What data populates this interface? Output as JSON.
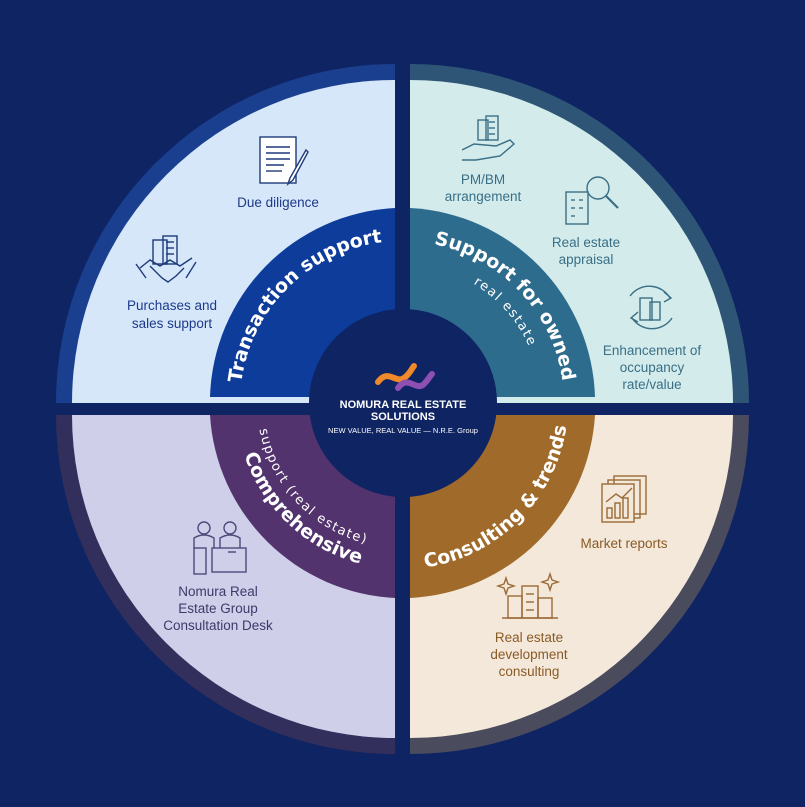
{
  "center": {
    "brand_line1": "NOMURA REAL ESTATE",
    "brand_line2": "SOLUTIONS",
    "tagline": "NEW VALUE, REAL VALUE — N.R.E. Group"
  },
  "quadrants": {
    "transaction": {
      "ring_label": "Transaction support",
      "items": [
        {
          "icon": "document-pen-icon",
          "label": "Due diligence"
        },
        {
          "icon": "handshake-building-icon",
          "lines": [
            "Purchases and",
            "sales support"
          ]
        }
      ]
    },
    "owned": {
      "ring_label": "Support for owned",
      "ring_sublabel": "real estate",
      "items": [
        {
          "icon": "hand-building-icon",
          "lines": [
            "PM/BM",
            "arrangement"
          ]
        },
        {
          "icon": "building-magnifier-icon",
          "lines": [
            "Real estate",
            "appraisal"
          ]
        },
        {
          "icon": "building-cycle-icon",
          "lines": [
            "Enhancement of",
            "occupancy",
            "rate/value"
          ]
        }
      ]
    },
    "comprehensive": {
      "ring_label": "Comprehensive",
      "ring_sublabel": "support (real estate)",
      "items": [
        {
          "icon": "consultation-desk-icon",
          "lines": [
            "Nomura Real",
            "Estate Group",
            "Consultation Desk"
          ]
        }
      ]
    },
    "consulting": {
      "ring_label": "Consulting & trends",
      "items": [
        {
          "icon": "chart-report-icon",
          "label": "Market reports"
        },
        {
          "icon": "sparkle-buildings-icon",
          "lines": [
            "Real estate",
            "development",
            "consulting"
          ]
        }
      ]
    }
  },
  "colors": {
    "background": "#0f2463",
    "transaction_panel": "#d6e7fa",
    "transaction_ring": "#0e3c9b",
    "owned_panel": "#d3ebeb",
    "owned_ring": "#2e6c8e",
    "comprehensive_panel": "#cfcfe9",
    "comprehensive_ring": "#52336e",
    "consulting_panel": "#f3e8da",
    "consulting_ring": "#a06b2a",
    "center": "#0f2463"
  }
}
